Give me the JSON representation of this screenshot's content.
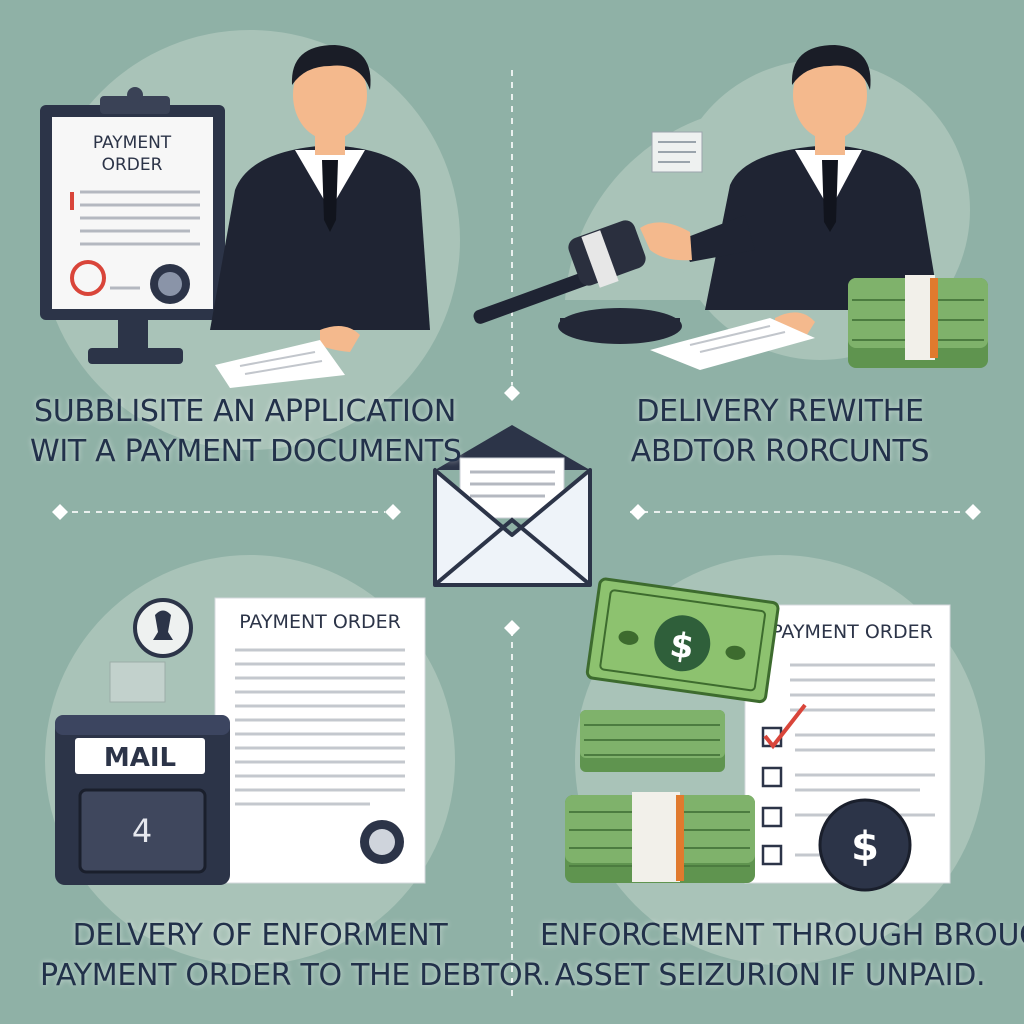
{
  "steps": [
    {
      "doc_title_line1": "PAYMENT",
      "doc_title_line2": "ORDER",
      "caption_line1": "SUBBLISITE AN APPLICATION",
      "caption_line2": "WIT A PAYMENT DOCUMENTS"
    },
    {
      "caption_line1": "DELIVERY REWITHE",
      "caption_line2": "ABDTOR RORCUNTS"
    },
    {
      "doc_title": "PAYMENT ORDER",
      "mailbox_label": "MAIL",
      "mailbox_number": "4",
      "caption_line1": "DELVERY OF ENFORMENT",
      "caption_line2": "PAYMENT ORDER TO THE DEBTOR."
    },
    {
      "doc_title": "PAYMENT ORDER",
      "currency_symbol": "$",
      "caption_line1": "ENFORCEMENT THROUGH BROUGH",
      "caption_line2": "ASSET SEIZURION IF UNPAID."
    }
  ],
  "colors": {
    "background": "#8fb1a6",
    "suit": "#1f2433",
    "skin": "#f4b98d",
    "money": "#7fb26b",
    "paper": "#ffffff",
    "accent_red": "#d9453a",
    "dark": "#2c3448"
  }
}
